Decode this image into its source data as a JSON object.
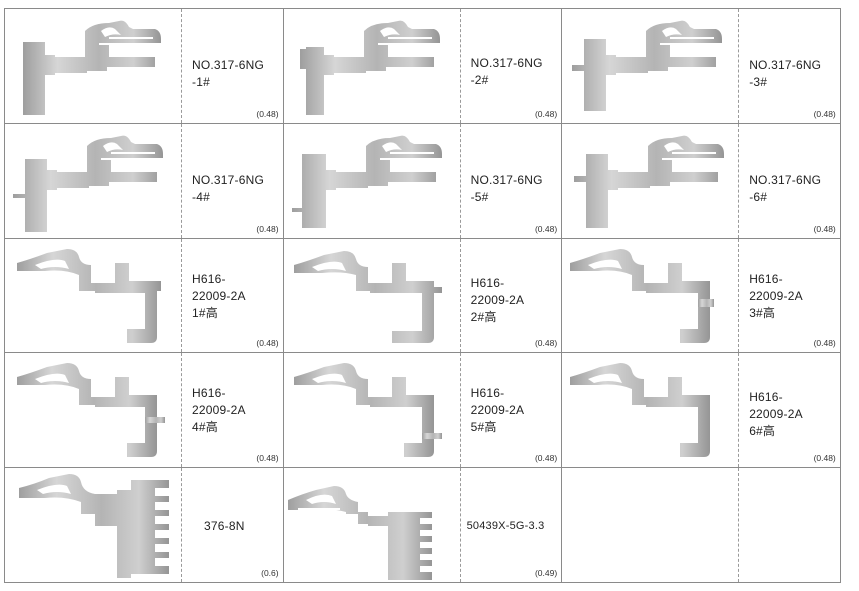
{
  "catalog": {
    "items": [
      {
        "code": "NO.317-6NG\n-1#",
        "weight": "(0.48)",
        "shape": "ng-1-profile"
      },
      {
        "code": "NO.317-6NG\n-2#",
        "weight": "(0.48)",
        "shape": "ng-2-profile"
      },
      {
        "code": "NO.317-6NG\n-3#",
        "weight": "(0.48)",
        "shape": "ng-3-profile"
      },
      {
        "code": "NO.317-6NG\n-4#",
        "weight": "(0.48)",
        "shape": "ng-4-profile"
      },
      {
        "code": "NO.317-6NG\n-5#",
        "weight": "(0.48)",
        "shape": "ng-5-profile"
      },
      {
        "code": "NO.317-6NG\n-6#",
        "weight": "(0.48)",
        "shape": "ng-6-profile"
      },
      {
        "code": "H616-\n22009-2A\n1#高",
        "weight": "(0.48)",
        "shape": "h616-1-profile"
      },
      {
        "code": "H616-\n22009-2A\n2#高",
        "weight": "(0.48)",
        "shape": "h616-2-profile"
      },
      {
        "code": "H616-\n22009-2A\n3#高",
        "weight": "(0.48)",
        "shape": "h616-3-profile"
      },
      {
        "code": "H616-\n22009-2A\n4#高",
        "weight": "(0.48)",
        "shape": "h616-4-profile"
      },
      {
        "code": "H616-\n22009-2A\n5#高",
        "weight": "(0.48)",
        "shape": "h616-5-profile"
      },
      {
        "code": "H616-\n22009-2A\n6#高",
        "weight": "(0.48)",
        "shape": "h616-6-profile"
      },
      {
        "code": "376-8N",
        "weight": "(0.6)",
        "shape": "comb-376-profile"
      },
      {
        "code": "50439X-5G-3.3",
        "weight": "(0.49)",
        "shape": "comb-50439-profile"
      }
    ]
  },
  "colors": {
    "metal_light": "#d9d9d9",
    "metal_mid": "#b8b8b8",
    "metal_dark": "#8f8f8f",
    "grid_line": "#8a8a8a"
  }
}
